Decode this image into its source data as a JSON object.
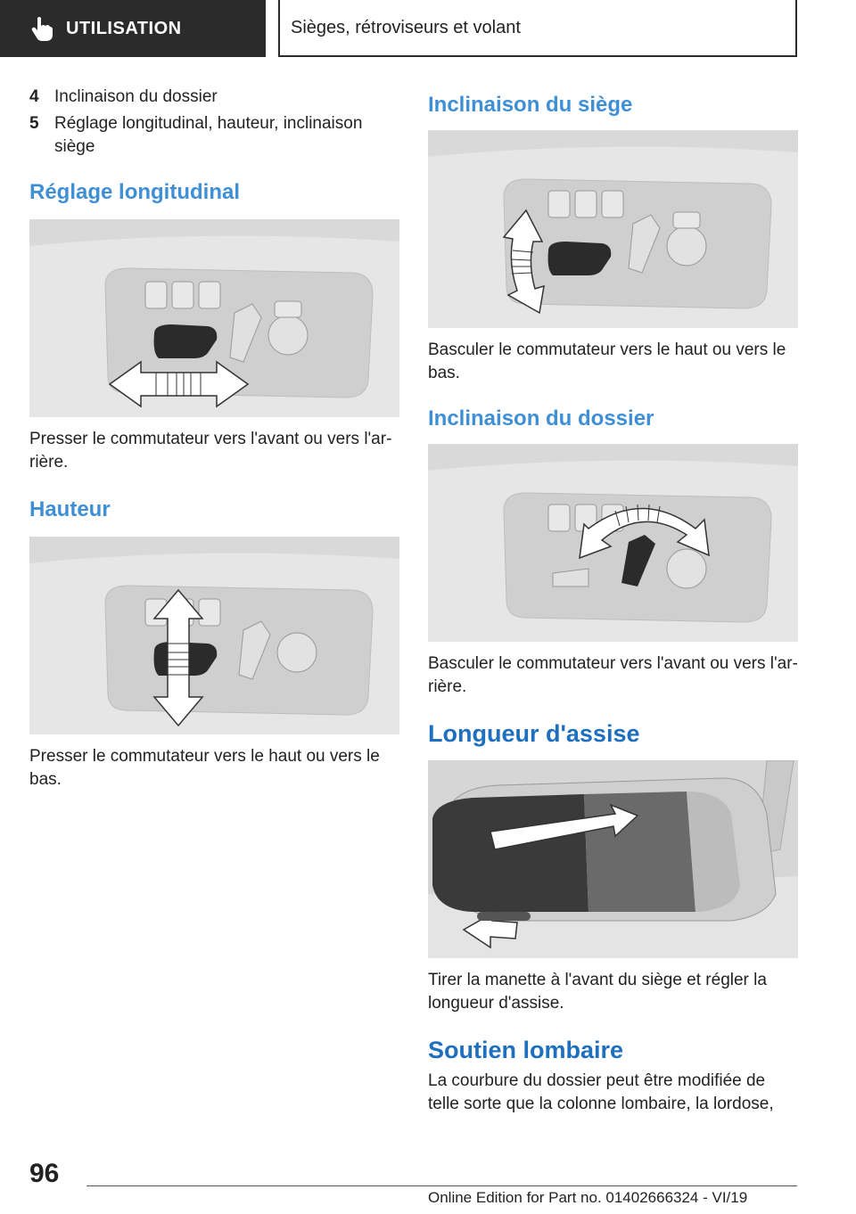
{
  "header": {
    "section": "UTILISATION",
    "topic": "Sièges, rétroviseurs et volant",
    "section_icon": "hand-pointer-icon"
  },
  "left": {
    "items": [
      {
        "num": "4",
        "text": "Inclinaison du dossier"
      },
      {
        "num": "5",
        "text": "Réglage longitudinal, hauteur, inclinaison siège"
      }
    ],
    "sec1": {
      "title": "Réglage longitudinal",
      "text": "Presser le commutateur vers l'avant ou vers l'ar‐rière."
    },
    "sec2": {
      "title": "Hauteur",
      "text": "Presser le commutateur vers le haut ou vers le bas."
    }
  },
  "right": {
    "sec1": {
      "title": "Inclinaison du siège",
      "text": "Basculer le commutateur vers le haut ou vers le bas."
    },
    "sec2": {
      "title": "Inclinaison du dossier",
      "text": "Basculer le commutateur vers l'avant ou vers l'ar‐rière."
    },
    "sec3": {
      "title": "Longueur d'assise",
      "text": "Tirer la manette à l'avant du siège et régler la longueur d'assise."
    },
    "sec4": {
      "title": "Soutien lombaire",
      "text": "La courbure du dossier peut être modifiée de telle sorte que la colonne lombaire, la lordose,"
    }
  },
  "footer": {
    "page": "96",
    "edition": "Online Edition for Part no. 01402666324 - VI/19"
  }
}
